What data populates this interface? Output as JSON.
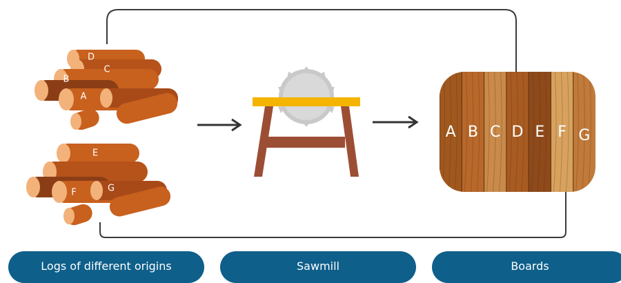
{
  "logs_top": {
    "letters": [
      "D",
      "C",
      "B",
      "A"
    ]
  },
  "logs_bottom": {
    "letters": [
      "E",
      "F",
      "G"
    ]
  },
  "boards": {
    "letters": [
      "A",
      "B",
      "C",
      "D",
      "E",
      "F",
      "G"
    ],
    "colors": [
      "#a0581e",
      "#b8682a",
      "#c98a4a",
      "#a85c22",
      "#8e4a1a",
      "#d7a25e",
      "#c07a3a"
    ]
  },
  "labels": {
    "logs": "Logs of different origins",
    "sawmill": "Sawmill",
    "boards": "Boards"
  },
  "colors": {
    "pill": "#0e5f8a",
    "log_bark": "#8b3e16",
    "log_body": "#c8601e",
    "log_end": "#f2b27a",
    "table_top": "#f4b400",
    "table_legs": "#9c4e34",
    "saw_blade": "#cccccc",
    "arrow": "#333333"
  },
  "icons": [
    "log-pile-icon",
    "sawmill-icon",
    "saw-blade-icon",
    "arrow-right-icon",
    "boards-icon"
  ]
}
